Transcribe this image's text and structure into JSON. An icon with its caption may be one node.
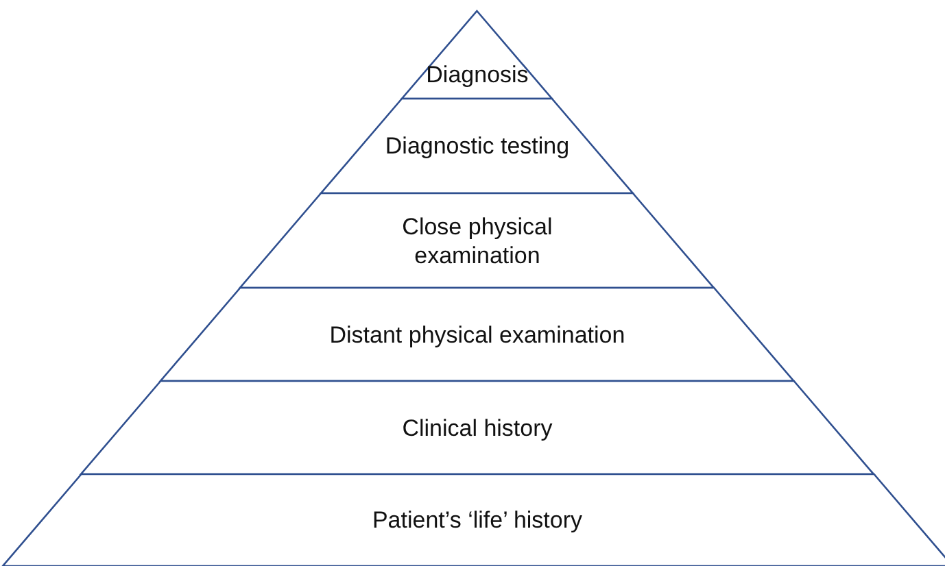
{
  "diagram": {
    "nodes": [
      {
        "text": [
          "Diagnosis"
        ]
      },
      {
        "text": [
          "Diagnostic testing"
        ]
      },
      {
        "text": [
          "Close physical examination"
        ]
      },
      {
        "text": [
          "Distant physical examination"
        ]
      },
      {
        "text": [
          "Clinical history"
        ]
      },
      {
        "text": [
          "Patient’s ‘life’ history"
        ]
      }
    ]
  }
}
